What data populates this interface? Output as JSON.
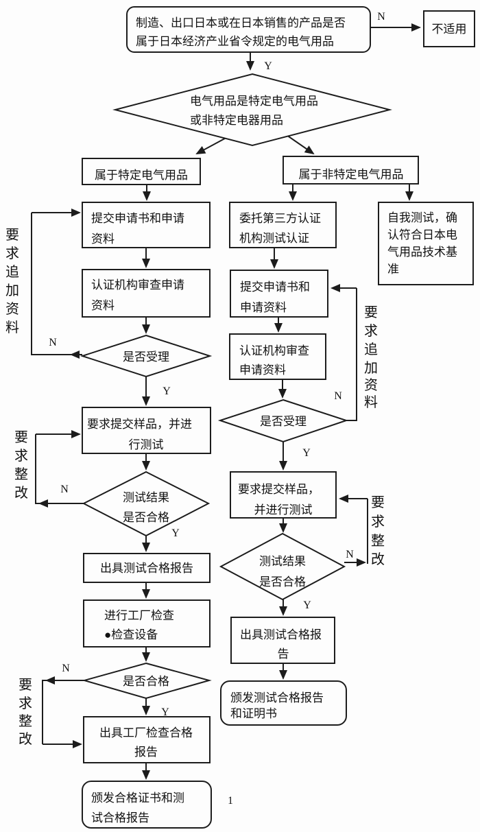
{
  "page": {
    "number": "1"
  },
  "branch": {
    "yes": "Y",
    "no": "N"
  },
  "nodes": {
    "start": {
      "lines": [
        "制造、出口日本或在日本销售的产品是否",
        "属于日本经济产业省令规定的电气用品"
      ]
    },
    "not_applicable": {
      "label": "不适用"
    },
    "decision_type": {
      "lines": [
        "电气用品是特定电气用品",
        "或非特定电器用品"
      ]
    },
    "specified": {
      "label": "属于特定电气用品"
    },
    "non_specified": {
      "label": "属于非特定电气用品"
    },
    "l_submit": {
      "lines": [
        "提交申请书和申请",
        "资料"
      ]
    },
    "l_review": {
      "lines": [
        "认证机构审查申请",
        "资料"
      ]
    },
    "l_accepted": {
      "label": "是否受理"
    },
    "l_sample": {
      "lines": [
        "要求提交样品，并进",
        "行测试"
      ]
    },
    "l_test_result": {
      "lines": [
        "测试结果",
        "是否合格"
      ]
    },
    "l_test_report": {
      "label": "出具测试合格报告"
    },
    "l_factory_check": {
      "lines": [
        "进行工厂检查",
        "●检查设备"
      ]
    },
    "l_factory_pass": {
      "label": "是否合格"
    },
    "l_factory_report": {
      "lines": [
        "出具工厂检查合格",
        "报告"
      ]
    },
    "l_issue_cert": {
      "lines": [
        "颁发合格证书和测",
        "试合格报告"
      ]
    },
    "m_delegate": {
      "lines": [
        "委托第三方认证",
        "机构测试认证"
      ]
    },
    "m_submit": {
      "lines": [
        "提交申请书和",
        "申请资料"
      ]
    },
    "m_review": {
      "lines": [
        "认证机构审查",
        "申请资料"
      ]
    },
    "m_accepted": {
      "label": "是否受理"
    },
    "m_sample": {
      "lines": [
        "要求提交样品，",
        "并进行测试"
      ]
    },
    "m_test_result": {
      "lines": [
        "测试结果",
        "是否合格"
      ]
    },
    "m_test_report": {
      "lines": [
        "出具测试合格报",
        "告"
      ]
    },
    "m_issue_cert": {
      "lines": [
        "颁发测试合格报告",
        "和证明书"
      ]
    },
    "r_self_test": {
      "lines": [
        "自我测试，确",
        "认符合日本电",
        "气用品技术基",
        "准"
      ]
    }
  },
  "side_labels": {
    "request_more_left": {
      "chars": [
        "要",
        "求",
        "追",
        "加",
        "资",
        "料"
      ]
    },
    "rectify_left_1": {
      "chars": [
        "要",
        "求",
        "整",
        "改"
      ]
    },
    "rectify_left_2": {
      "chars": [
        "要",
        "求",
        "整",
        "改"
      ]
    },
    "request_more_right": {
      "chars": [
        "要",
        "求",
        "追",
        "加",
        "资",
        "料"
      ]
    },
    "rectify_right": {
      "chars": [
        "要",
        "求",
        "整",
        "改"
      ]
    }
  }
}
